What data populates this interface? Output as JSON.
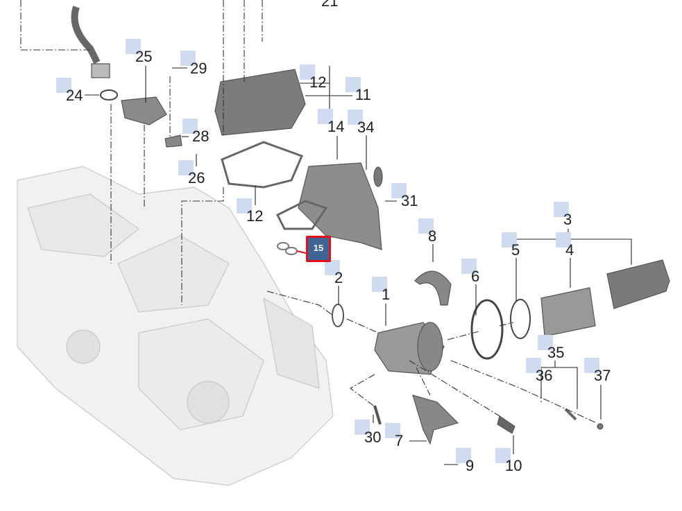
{
  "diagram": {
    "highlighted_part": "15",
    "highlight_color": "#e3101a",
    "highlight_fill": "#3d6494",
    "label_bg": "#cfdcf0",
    "labels": [
      "21",
      "25",
      "29",
      "24",
      "12",
      "11",
      "28",
      "14",
      "34",
      "26",
      "12",
      "31",
      "3",
      "8",
      "5",
      "4",
      "2",
      "6",
      "1",
      "35",
      "36",
      "37",
      "30",
      "7",
      "9",
      "10"
    ]
  }
}
